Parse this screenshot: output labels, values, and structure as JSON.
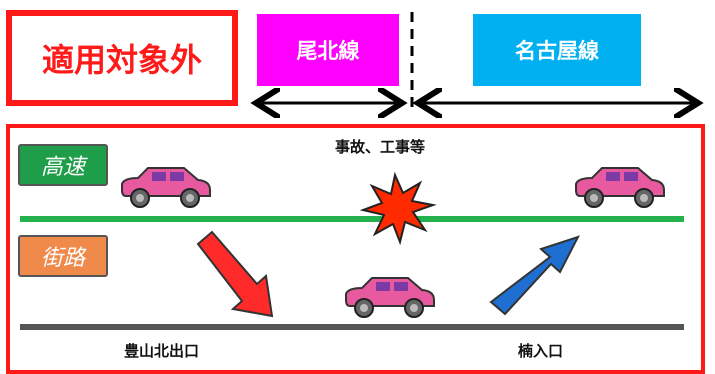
{
  "excluded_label": "適用対象外",
  "routes": {
    "biwakita": "尾北線",
    "nagoya": "名古屋線"
  },
  "lanes": {
    "expressway": "高速",
    "street": "街路"
  },
  "incident_label": "事故、工事等",
  "exits": {
    "exit_label": "豊山北出口",
    "entrance_label": "楠入口"
  },
  "colors": {
    "frame_red": "#ff1a1a",
    "expressway_line": "#22b14c",
    "street_line": "#555555",
    "car_body": "#e85aa0",
    "arrow_down": "#ff2a2a",
    "arrow_up": "#1e6fd1"
  }
}
